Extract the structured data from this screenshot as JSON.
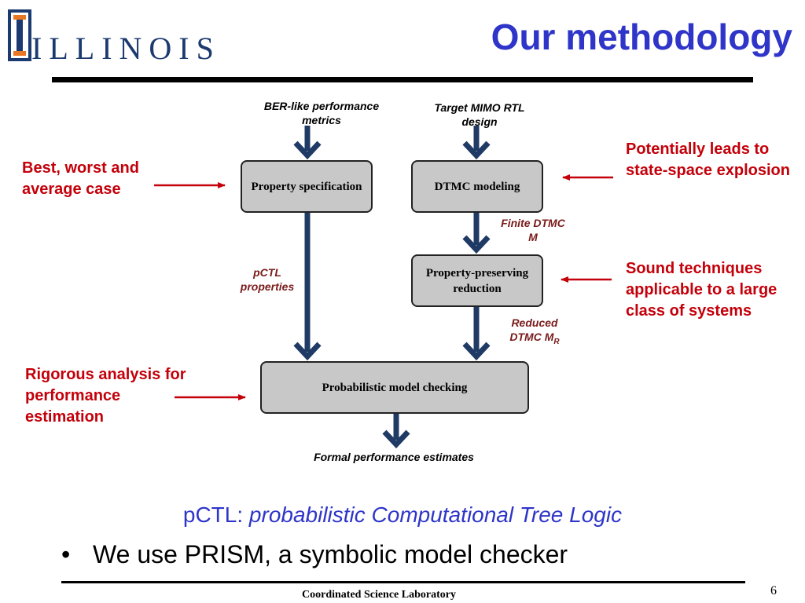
{
  "logo": {
    "text": "ILLINOIS"
  },
  "slide": {
    "title": "Our methodology",
    "page_number": "6",
    "footer": "Coordinated Science Laboratory"
  },
  "diagram": {
    "inputs": {
      "ber": "BER-like performance metrics",
      "target": "Target MIMO RTL design"
    },
    "boxes": {
      "property_spec": "Property specification",
      "dtmc_modeling": "DTMC modeling",
      "reduction": "Property-preserving reduction",
      "model_checking": "Probabilistic model checking"
    },
    "edge_labels": {
      "finite": "Finite DTMC M",
      "pctl": "pCTL properties",
      "reduced": "Reduced DTMC M",
      "reduced_sub": "R"
    },
    "output": "Formal performance estimates"
  },
  "notes": {
    "best_worst": "Best, worst and average case",
    "explosion": "Potentially leads to state-space explosion",
    "sound": "Sound techniques applicable to a large class of systems",
    "rigorous": "Rigorous analysis for performance estimation"
  },
  "definition": {
    "term": "pCTL: ",
    "meaning": "probabilistic Computational Tree Logic"
  },
  "bullet": {
    "mark": "•",
    "text": "We use PRISM, a symbolic model checker"
  },
  "colors": {
    "title": "#2e35c8",
    "note": "#c4000a",
    "arrow": "#1f3a64",
    "box_fill": "#c8c8c8",
    "edge_label": "#7a1b1b"
  }
}
